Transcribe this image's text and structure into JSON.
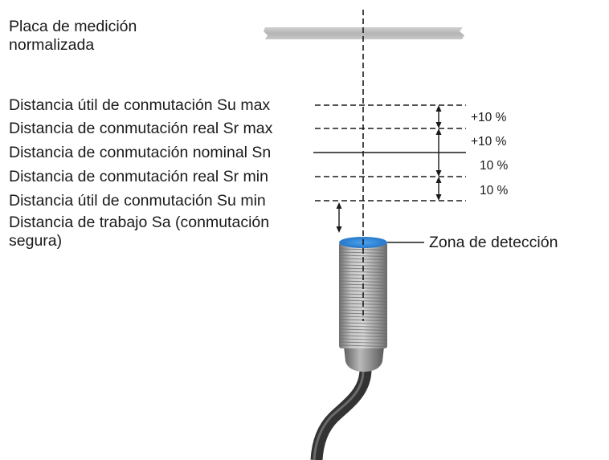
{
  "plate_label": [
    "Placa de medición",
    "normalizada"
  ],
  "distances": [
    {
      "label": "Distancia útil de conmutación Su max"
    },
    {
      "label": "Distancia de conmutación real Sr max"
    },
    {
      "label": "Distancia de conmutación nominal Sn"
    },
    {
      "label": "Distancia de conmutación real Sr min"
    },
    {
      "label": "Distancia útil de conmutación Su min"
    }
  ],
  "working_distance_label": [
    "Distancia de trabajo Sa (conmutación",
    "segura)"
  ],
  "tolerances": [
    "+10 %",
    "+10 %",
    "10 %",
    "10 %"
  ],
  "detection_zone_label": "Zona de detección",
  "colors": {
    "plate": "#bdbdbd",
    "sensing_face": "#1f6fc1",
    "sensor_body": "#9a9a9a",
    "cable": "#333333",
    "lines": "#1a1a1a"
  }
}
